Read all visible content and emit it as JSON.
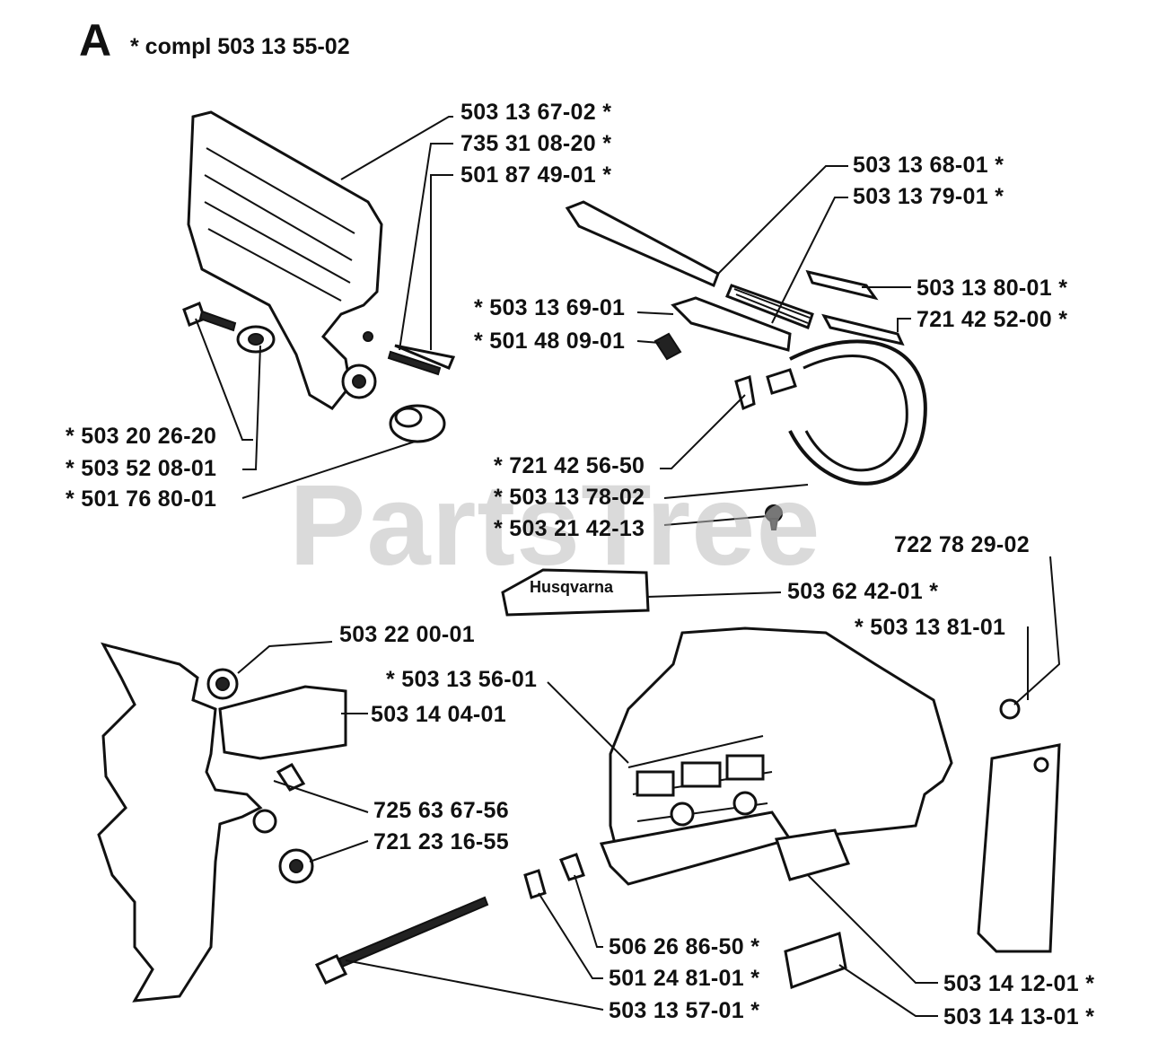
{
  "section": {
    "letter": "A",
    "compl_text": "* compl 503 13 55-02"
  },
  "watermark": "PartsTree",
  "decal_text": "Husqvarna",
  "labels": [
    {
      "text": "503 13 67-02  *"
    },
    {
      "text": "735 31 08-20  *"
    },
    {
      "text": "501 87 49-01  *"
    },
    {
      "text": "503 13 68-01  *"
    },
    {
      "text": "503 13 79-01  *"
    },
    {
      "text": "503 13 80-01  *"
    },
    {
      "text": "721 42 52-00  *"
    },
    {
      "text": "*  503 13 69-01"
    },
    {
      "text": "*  501 48 09-01"
    },
    {
      "text": "*  503 20 26-20"
    },
    {
      "text": "*  503 52 08-01"
    },
    {
      "text": "*  501 76 80-01"
    },
    {
      "text": "*  721 42 56-50"
    },
    {
      "text": "* 503 13 78-02"
    },
    {
      "text": "* 503 21 42-13"
    },
    {
      "text": "722 78 29-02"
    },
    {
      "text": "503 62 42-01  *"
    },
    {
      "text": "*  503 13 81-01"
    },
    {
      "text": "503 22 00-01"
    },
    {
      "text": "503 14 04-01"
    },
    {
      "text": "*  503 13 56-01"
    },
    {
      "text": "725 63 67-56"
    },
    {
      "text": "721 23 16-55"
    },
    {
      "text": "506 26 86-50  *"
    },
    {
      "text": "501 24 81-01  *"
    },
    {
      "text": "503 13 57-01  *"
    },
    {
      "text": "503 14 12-01  *"
    },
    {
      "text": "503 14 13-01  *"
    }
  ]
}
